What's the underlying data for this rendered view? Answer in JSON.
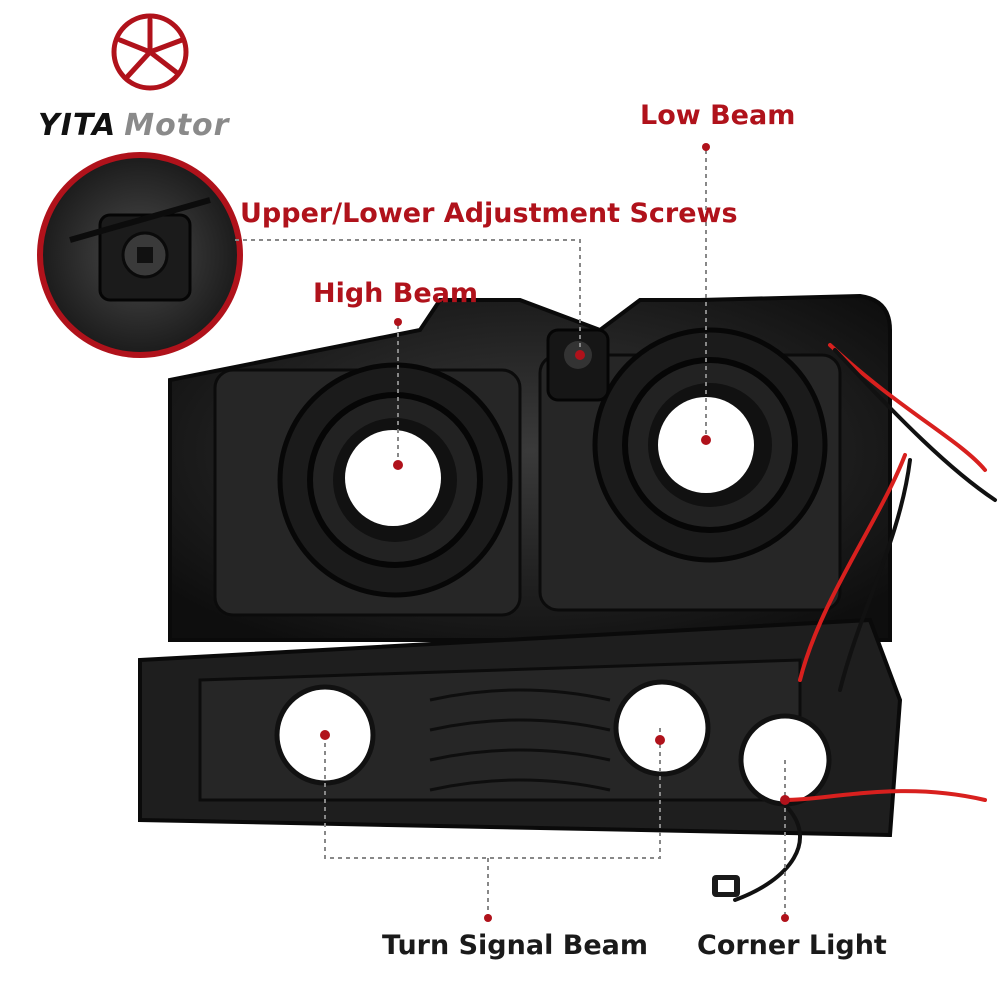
{
  "brand": {
    "name_part1": "YITA",
    "name_part2": "Motor"
  },
  "callouts": {
    "low_beam": "Low Beam",
    "adjustment_screws": "Upper/Lower Adjustment Screws",
    "high_beam": "High Beam",
    "turn_signal": "Turn Signal Beam",
    "corner_light": "Corner Light"
  },
  "colors": {
    "accent_red": "#b0121b",
    "housing_black": "#1c1c1c",
    "wire_red": "#d8201e"
  }
}
